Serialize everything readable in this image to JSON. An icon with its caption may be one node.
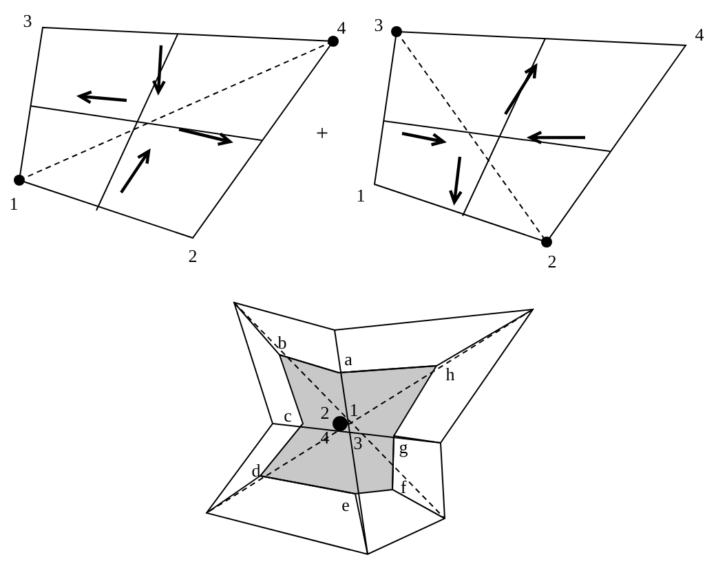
{
  "diagram": {
    "labels": [
      "3",
      "4",
      "3",
      "4",
      "+",
      "1",
      "1",
      "2",
      "2",
      "b",
      "a",
      "h",
      "c",
      "2",
      "1",
      "g",
      "4",
      "3",
      "d",
      "f",
      "e"
    ]
  }
}
